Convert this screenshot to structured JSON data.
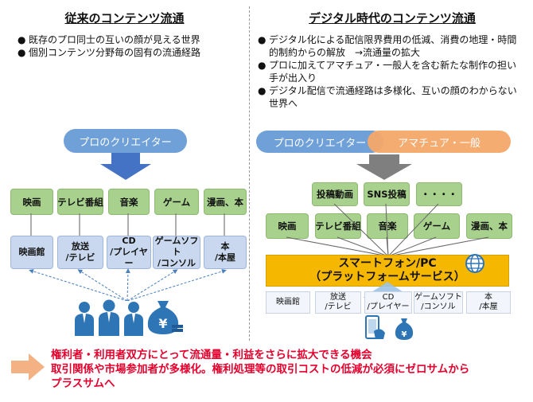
{
  "left": {
    "title": "従来のコンテンツ流通",
    "bullets": [
      "既存のプロ同士の互いの顔が見える世界",
      "個別コンテンツ分野毎の固有の流通経路"
    ],
    "creator_label": "プロのクリエイター",
    "content_types": [
      "映画",
      "テレビ番組",
      "音楽",
      "ゲーム",
      "漫画、本"
    ],
    "channels": [
      "映画館",
      "放送\n/テレビ",
      "CD\n/プレイヤー",
      "ゲームソフト\n/コンソル",
      "本\n/本屋"
    ]
  },
  "right": {
    "title": "デジタル時代のコンテンツ流通",
    "bullets": [
      "デジタル化による配信限界費用の低減、消費の地理・時間的制約からの解放　→流通量の拡大",
      "プロに加えてアマチュア・一般人を含む新たな制作の担い手が出入り",
      "デジタル配信で流通経路は多様化、互いの顔のわからない世界へ"
    ],
    "pro_label": "プロのクリエイター",
    "amateur_label": "アマチュア・一般",
    "new_types": [
      "投稿動画",
      "SNS投稿",
      "・・・・"
    ],
    "content_types": [
      "映画",
      "テレビ番組",
      "音楽",
      "ゲーム",
      "漫画、本"
    ],
    "platform_label": "スマートフォン/PC\n（プラットフォームサービス）",
    "legacy_channels": [
      "映画館",
      "放送\n/テレビ",
      "CD\n/プレイヤー",
      "ゲームソフト\n/コンソル",
      "本\n/本屋"
    ]
  },
  "conclusion": {
    "line1": "権利者・利用者双方にとって流通量・利益をさらに拡大できる機会",
    "line2": "取引関係や市場参加者が多様化。権利処理等の取引コストの低減が必須にゼロサムから",
    "line3": "プラスサムへ"
  },
  "icons": {
    "bullet": "bullet-dot",
    "arrow": "big-down-arrow",
    "people": "business-people-icon",
    "money": "yen-money-bag-icon",
    "globe": "globe-icon",
    "phone": "smartphone-icon",
    "conclusion_arrow": "right-arrow-icon"
  },
  "colors": {
    "creator_pill": "#6fa0d8",
    "amateur_pill": "#f4a86a",
    "content_box": "#a9d18e",
    "channel_box": "#c9d8ee",
    "platform": "#f5b700",
    "conclusion_text": "#e3002d",
    "people": "#2e75b6"
  }
}
